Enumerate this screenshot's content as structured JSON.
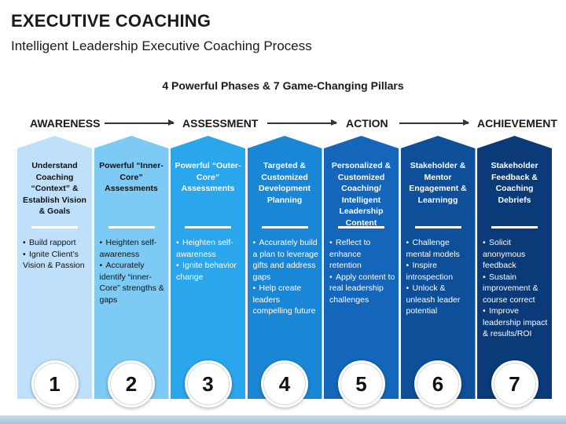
{
  "slide": {
    "title": "EXECUTIVE COACHING",
    "subtitle": "Intelligent Leadership Executive Coaching Process",
    "heading": "4 Powerful Phases & 7 Game-Changing Pillars"
  },
  "phases": [
    "AWARENESS",
    "ASSESSMENT",
    "ACTION",
    "ACHIEVEMENT"
  ],
  "colors": {
    "pillar_backgrounds": [
      "#bfe0fa",
      "#7dcbf5",
      "#2aa6ec",
      "#1a87d6",
      "#1466bb",
      "#0d4f99",
      "#0a3a78"
    ],
    "pillar_text": [
      "#111111",
      "#111111",
      "#ffffff",
      "#ffffff",
      "#ffffff",
      "#ffffff",
      "#ffffff"
    ]
  },
  "pillars": [
    {
      "number": "1",
      "title": "Understand Coaching “Context” & Establish Vision & Goals",
      "bullets": [
        "Build rapport",
        "Ignite Client’s Vision & Passion"
      ]
    },
    {
      "number": "2",
      "title": "Powerful “Inner-Core” Assessments",
      "bullets": [
        "Heighten self-awareness",
        "Accurately identify “inner-Core” strengths & gaps"
      ]
    },
    {
      "number": "3",
      "title": "Powerful “Outer-Core” Assessments",
      "bullets": [
        "Heighten self-awareness",
        "Ignite behavior change"
      ]
    },
    {
      "number": "4",
      "title": "Targeted & Customized Development Planning",
      "bullets": [
        "Accurately build a plan to leverage gifts and address gaps",
        "Help create leaders compelling future"
      ]
    },
    {
      "number": "5",
      "title": "Personalized & Customized Coaching/ Intelligent Leadership Content",
      "bullets": [
        "Reflect to enhance retention",
        "Apply content to real leadership challenges"
      ]
    },
    {
      "number": "6",
      "title": "Stakeholder & Mentor Engagement & Learningg",
      "bullets": [
        "Challenge mental models",
        "Inspire introspection",
        "Unlock & unleash leader potential"
      ]
    },
    {
      "number": "7",
      "title": "Stakeholder Feedback & Coaching Debriefs",
      "bullets": [
        "Solicit anonymous feedback",
        "Sustain improvement & course correct",
        "Improve leadership impact & results/ROI"
      ]
    }
  ]
}
